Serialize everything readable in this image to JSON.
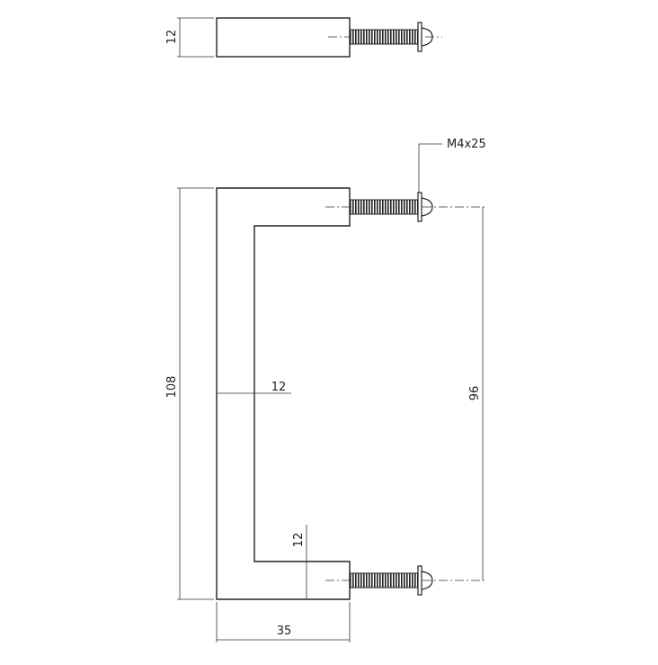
{
  "dimensions": {
    "side_thickness": "12",
    "overall_height": "108",
    "bar_width": "12",
    "bar_thickness": "12",
    "hole_spacing": "96",
    "depth": "35"
  },
  "screw_label": "M4x25",
  "colors": {
    "line": "#222222",
    "background": "#ffffff"
  }
}
